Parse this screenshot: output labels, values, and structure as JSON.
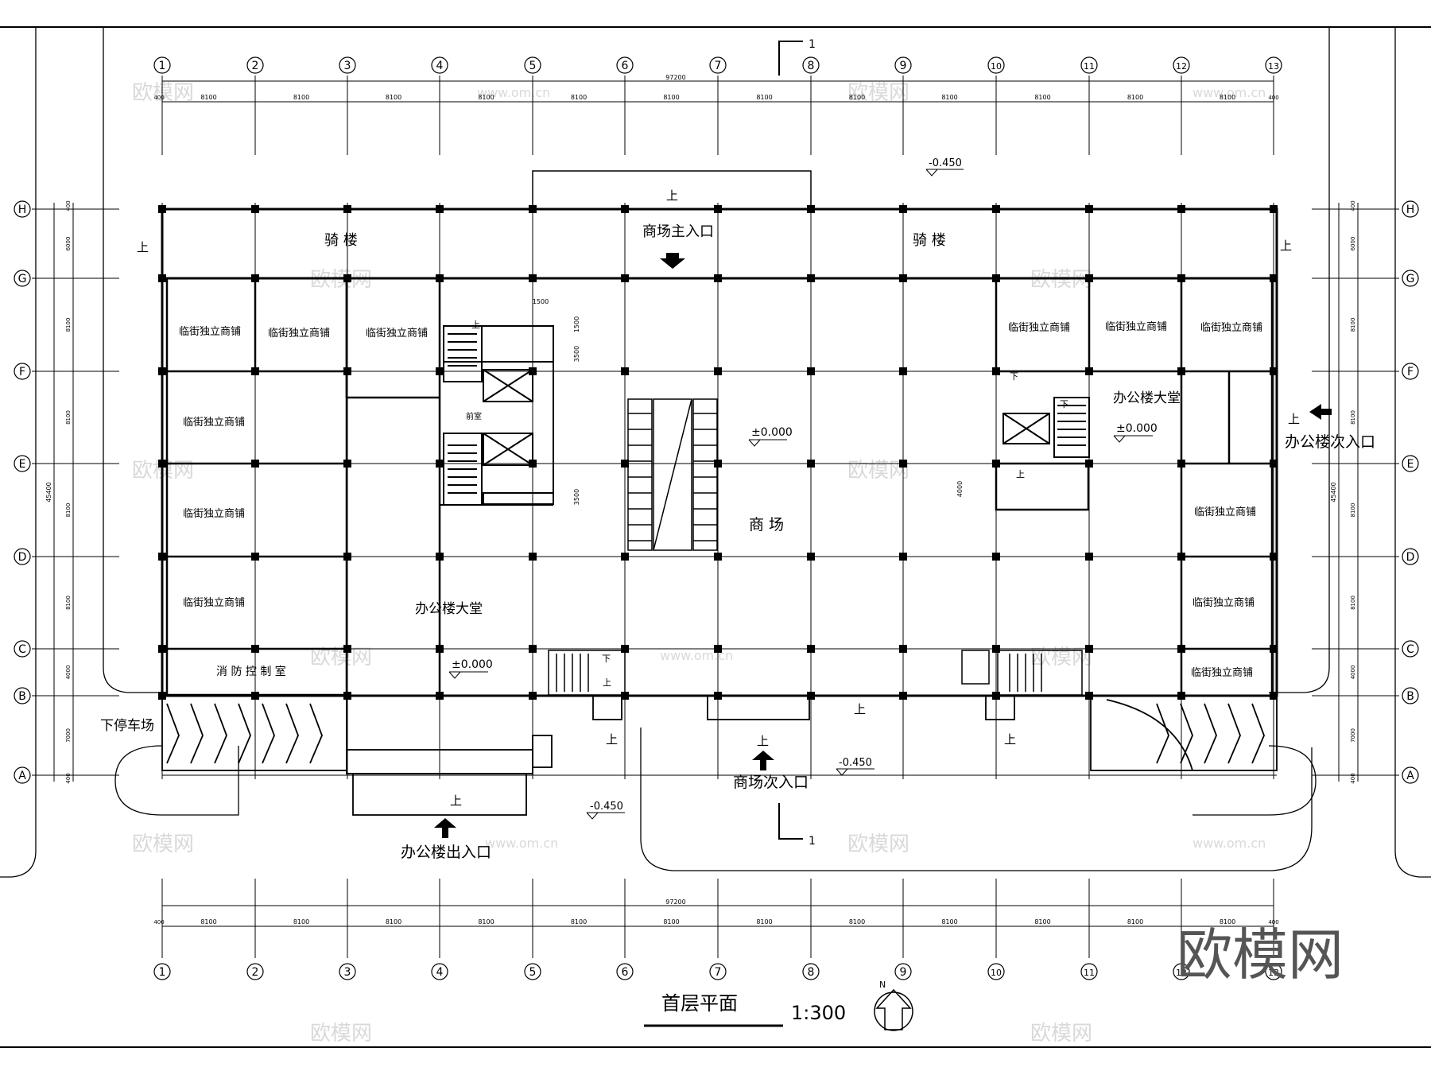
{
  "drawing": {
    "title": "首层平面",
    "scale": "1:300",
    "north_label": "N",
    "section_mark": "1"
  },
  "grid": {
    "columns": [
      "1",
      "2",
      "3",
      "4",
      "5",
      "6",
      "7",
      "8",
      "9",
      "10",
      "11",
      "12",
      "13"
    ],
    "rows": [
      "H",
      "G",
      "F",
      "E",
      "D",
      "C",
      "B",
      "A"
    ]
  },
  "dimensions": {
    "overall_horizontal": "97200",
    "overall_vertical": "45400",
    "bay_horizontal": [
      "8100",
      "8100",
      "8100",
      "8100",
      "8100",
      "8100",
      "8100",
      "8100",
      "8100",
      "8100",
      "8100",
      "8100"
    ],
    "edge_offset": "400",
    "bay_vertical": [
      "400",
      "6000",
      "8100",
      "8100",
      "8100",
      "8100",
      "4000",
      "7000",
      "400"
    ],
    "core_dims": [
      "1500",
      "1500",
      "3500",
      "3500"
    ],
    "stair_dim": "4000"
  },
  "elevations": {
    "outdoor_top": "-0.450",
    "indoor_mall": "±0.000",
    "indoor_office_left": "±0.000",
    "indoor_office_right": "±0.000",
    "outdoor_bottom_left": "-0.450",
    "outdoor_bottom_mid": "-0.450"
  },
  "rooms": {
    "arcade_left": "骑  楼",
    "arcade_right": "骑  楼",
    "mall": "商  场",
    "office_lobby_left": "办公楼大堂",
    "office_lobby_right": "办公楼大堂",
    "fire_control": "消 防 控 制 室",
    "front_room": "前室",
    "shop": "临街独立商铺"
  },
  "entrances": {
    "mall_main": "商场主入口",
    "mall_secondary": "商场次入口",
    "office_exit": "办公楼出入口",
    "office_secondary": "办公楼次入口",
    "parking_down": "下停车场"
  },
  "stair_marks": {
    "up": "上",
    "down": "下"
  },
  "watermark": {
    "brand": "欧模网",
    "url": "www.om.cn"
  }
}
